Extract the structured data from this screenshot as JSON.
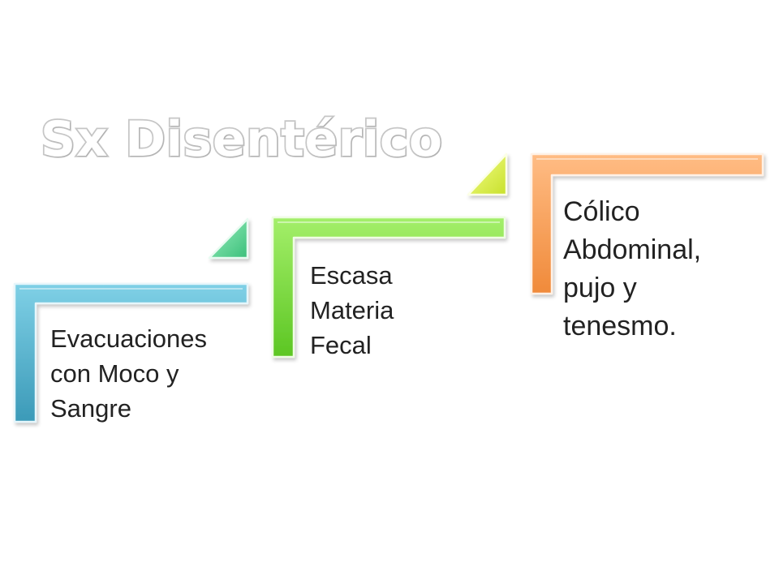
{
  "title": "Sx Disentérico",
  "steps": [
    {
      "lines": [
        "Evacuaciones",
        "con Moco y",
        "Sangre"
      ],
      "color": "#4bacc6"
    },
    {
      "lines": [
        "Escasa",
        "Materia",
        "Fecal"
      ],
      "color": "#6ed62e"
    },
    {
      "lines": [
        "Cólico",
        "Abdominal,",
        "pujo y",
        "tenesmo."
      ],
      "color": "#f79646"
    }
  ],
  "arrow_colors": [
    "#4dcf8a",
    "#d8ec3e"
  ]
}
